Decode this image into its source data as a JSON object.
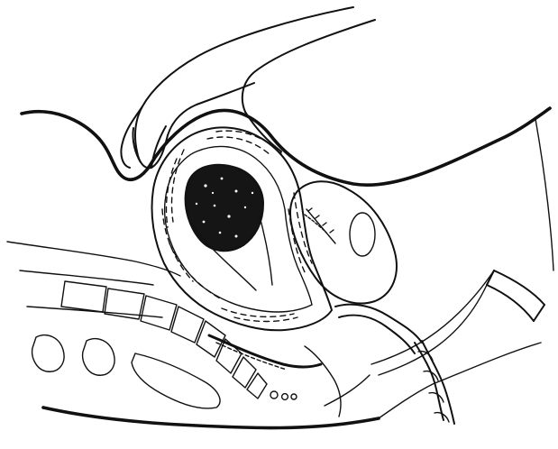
{
  "figure": {
    "kind": "line-art medical illustration",
    "palette": {
      "ink": "#111111",
      "background": "#ffffff"
    },
    "parts": [
      "hand",
      "abdominal-wall",
      "uterus",
      "clot-mass",
      "bladder",
      "placenta-cord",
      "spine",
      "catheter"
    ]
  }
}
